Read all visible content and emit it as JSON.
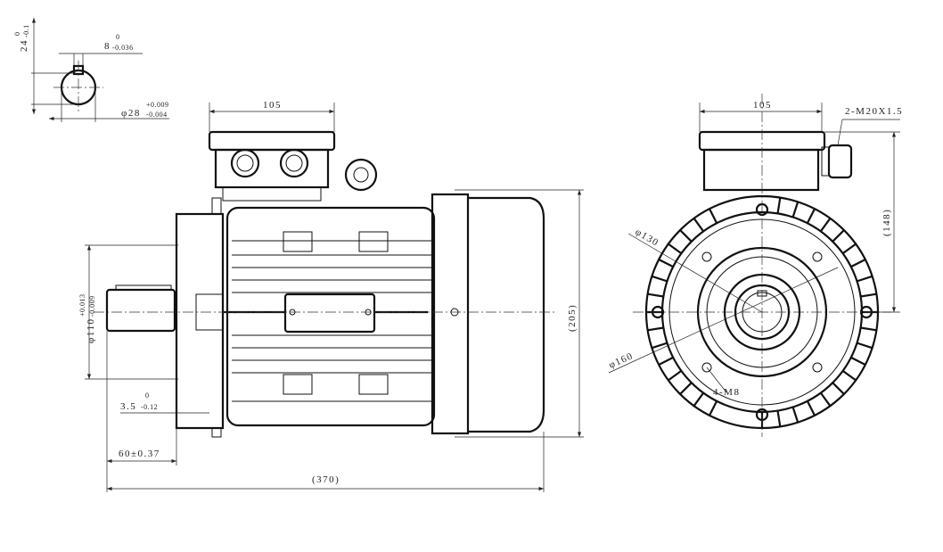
{
  "shaft_section": {
    "key_height": "24",
    "key_height_tol_upper": "0",
    "key_height_tol_lower": "-0.1",
    "key_width": "8",
    "key_width_tol_upper": "0",
    "key_width_tol_lower": "-0.036",
    "shaft_diameter": "φ28",
    "shaft_diameter_tol_upper": "+0.009",
    "shaft_diameter_tol_lower": "-0.004"
  },
  "side_view": {
    "terminal_box_width": "105",
    "overall_height": "(205)",
    "overall_length": "(370)",
    "shaft_length": "60±0.37",
    "flange_spigot": "3.5",
    "flange_spigot_tol_upper": "0",
    "flange_spigot_tol_lower": "-0.12",
    "spigot_diameter": "φ110",
    "spigot_diameter_tol_upper": "+0.013",
    "spigot_diameter_tol_lower": "-0.009"
  },
  "end_view": {
    "terminal_box_width": "105",
    "cable_gland": "2-M20X1.5",
    "axis_to_box_height": "(148)",
    "spigot_pcd": "φ130",
    "flange_pcd": "φ160",
    "holes": "4-M8"
  }
}
